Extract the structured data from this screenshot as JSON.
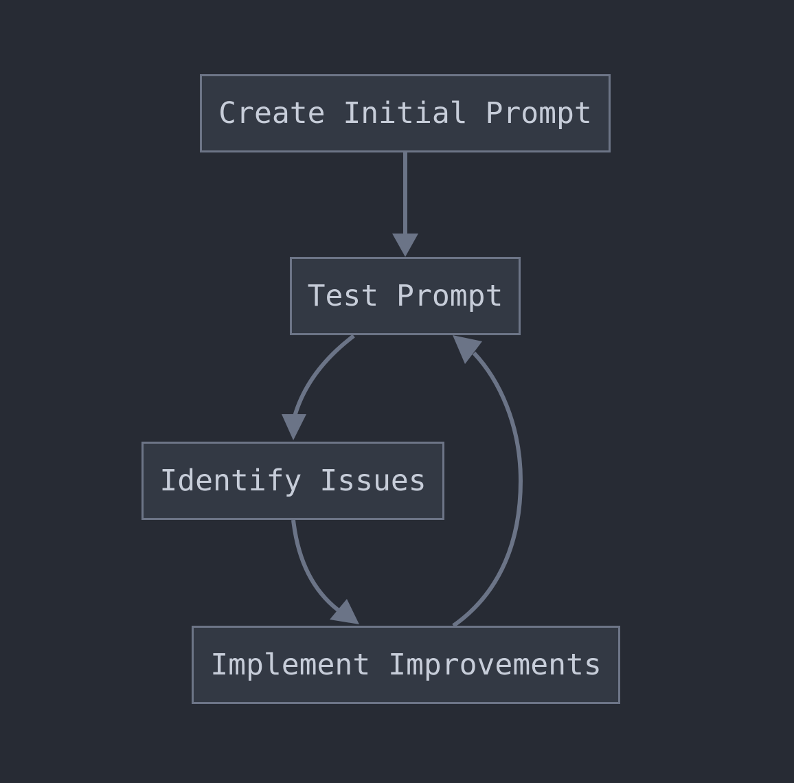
{
  "diagram": {
    "type": "flowchart",
    "direction": "top-down",
    "nodes": [
      {
        "id": "create",
        "label": "Create Initial Prompt"
      },
      {
        "id": "test",
        "label": "Test Prompt"
      },
      {
        "id": "identify",
        "label": "Identify Issues"
      },
      {
        "id": "implement",
        "label": "Implement Improvements"
      }
    ],
    "edges": [
      {
        "from": "create",
        "to": "test",
        "style": "straight"
      },
      {
        "from": "test",
        "to": "identify",
        "style": "curved-left"
      },
      {
        "from": "identify",
        "to": "implement",
        "style": "curved-right"
      },
      {
        "from": "implement",
        "to": "test",
        "style": "curved-right-loop"
      }
    ],
    "colors": {
      "background": "#272b34",
      "node_fill": "#333944",
      "node_border": "#6d7587",
      "edge": "#6b7487",
      "text": "#c7cdd9"
    }
  }
}
